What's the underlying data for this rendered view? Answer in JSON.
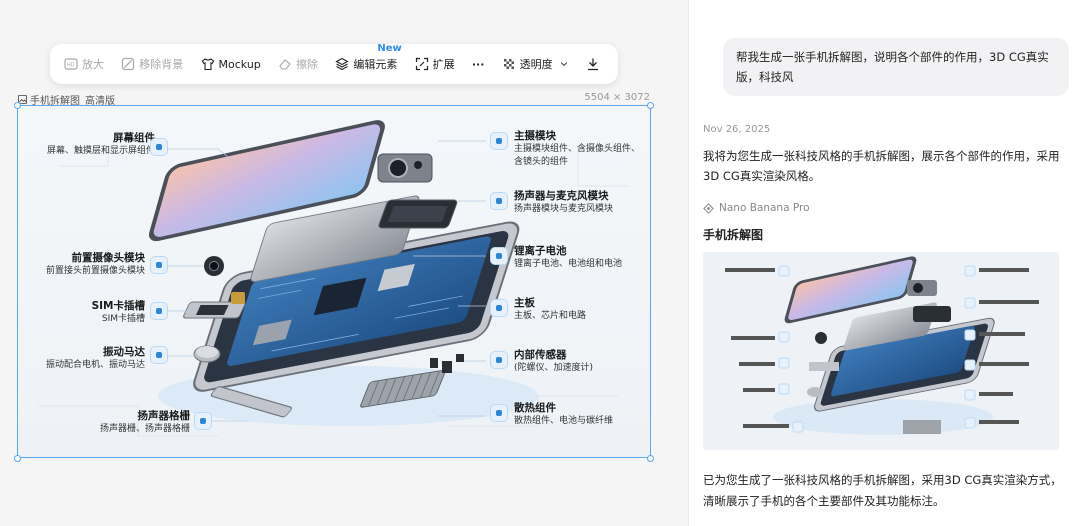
{
  "toolbar": {
    "upscale": "放大",
    "remove_bg": "移除背景",
    "mockup": "Mockup",
    "erase": "擦除",
    "edit_elements": "编辑元素",
    "new_badge": "New",
    "expand": "扩展",
    "more": "···",
    "transparency": "透明度"
  },
  "canvas": {
    "image_title": "手机拆解图_高清版",
    "image_size": "5504 × 3072"
  },
  "labels": {
    "screen": {
      "title": "屏幕组件",
      "desc": "屏幕、触摸层和显示屏组件"
    },
    "front_cam": {
      "title": "前置摄像头模块",
      "desc": "前置接头前置摄像头模块"
    },
    "sim": {
      "title": "SIM卡插槽",
      "desc": "SIM卡插槽"
    },
    "motor": {
      "title": "振动马达",
      "desc": "振动配合电机、振动马达"
    },
    "spk_grille": {
      "title": "扬声器格栅",
      "desc": "扬声器栅、扬声器格栅"
    },
    "main_cam": {
      "title": "主摄模块",
      "desc1": "主摄模块组件、含摄像头组件、",
      "desc2": "含镜头的组件"
    },
    "speaker": {
      "title": "扬声器与麦克风模块",
      "desc": "扬声器模块与麦克风模块"
    },
    "battery": {
      "title": "锂离子电池",
      "desc": "锂离子电池、电池组和电池"
    },
    "board": {
      "title": "主板",
      "desc": "主板、芯片和电路"
    },
    "sensors": {
      "title": "内部传感器",
      "desc": "(陀螺仪、加速度计)"
    },
    "thermal": {
      "title": "散热组件",
      "desc": "散热组件、电池与碳纤维"
    }
  },
  "chat": {
    "user_prompt": "帮我生成一张手机拆解图，说明各个部件的作用，3D CG真实版，科技风",
    "date": "Nov 26, 2025",
    "reply_intro": "我将为您生成一张科技风格的手机拆解图，展示各个部件的作用，采用3D CG真实渲染风格。",
    "model_name": "Nano Banana Pro",
    "result_title": "手机拆解图",
    "reply_outro": "已为您生成了一张科技风格的手机拆解图，采用3D CG真实渲染方式，清晰展示了手机的各个主要部件及其功能标注。"
  },
  "colors": {
    "selection": "#5aa7f2",
    "accent_blue": "#2e86d6",
    "new_badge": "#2e8cf0"
  }
}
